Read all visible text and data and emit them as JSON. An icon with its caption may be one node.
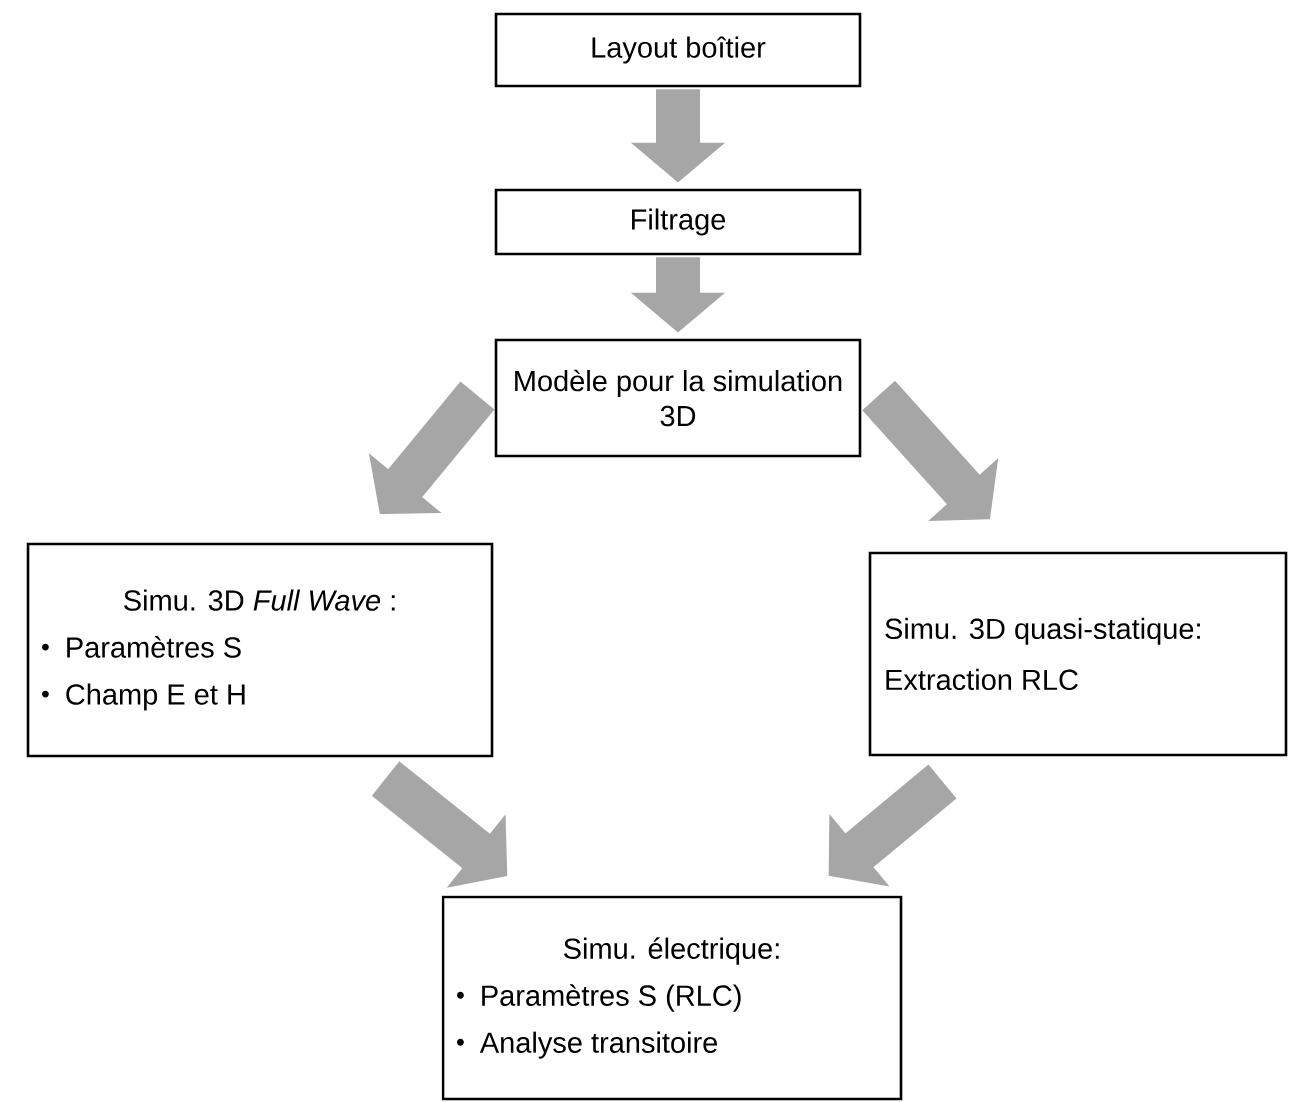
{
  "diagram": {
    "nodes": [
      {
        "text": [
          "Layout boîtier"
        ]
      },
      {
        "text": [
          "Filtrage"
        ]
      },
      {
        "text": [
          "Modèle pour la simulation 3D"
        ]
      },
      {
        "text": [
          "Simu. 3D *Full Wave* :",
          "Paramètres S",
          "Champ E et H"
        ]
      },
      {
        "text": [
          "Simu. 3D quasi-statique:",
          "Extraction RLC"
        ]
      },
      {
        "text": [
          "Simu. électrique:",
          "Paramètres S (RLC)",
          "Analyse transitoire"
        ]
      }
    ],
    "edges": [
      {
        "from": 0,
        "to": 1,
        "arrow": "to"
      },
      {
        "from": 1,
        "to": 2,
        "arrow": "to"
      },
      {
        "from": 2,
        "to": 3,
        "arrow": "to"
      },
      {
        "from": 2,
        "to": 4,
        "arrow": "to"
      },
      {
        "from": 3,
        "to": 5,
        "arrow": "to"
      },
      {
        "from": 4,
        "to": 5,
        "arrow": "to"
      }
    ]
  }
}
